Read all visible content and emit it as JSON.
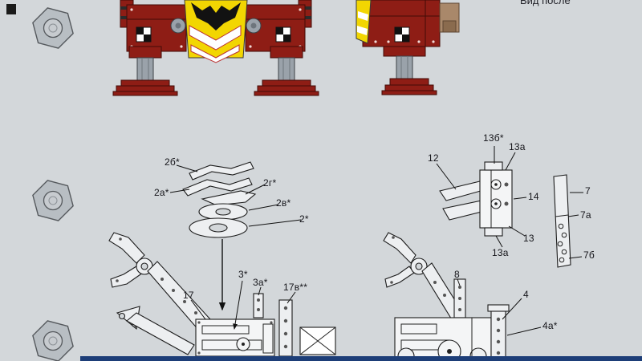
{
  "sheet": {
    "type": "paper-model assembly diagram",
    "view_note": "Вид после"
  },
  "labels": {
    "p2b": "2б*",
    "p2a": "2а*",
    "p2g": "2г*",
    "p2v": "2в*",
    "p2": "2*",
    "p3": "3*",
    "p3a": "3а*",
    "p17": "17",
    "p17v": "17в**",
    "p12": "12",
    "p13b": "13б*",
    "p13a_top": "13а",
    "p13a_bot": "13а",
    "p14": "14",
    "p13": "13",
    "p7": "7",
    "p7a": "7а",
    "p7b": "7б",
    "p8": "8",
    "p4": "4",
    "p4a": "4а*"
  },
  "colors": {
    "background": "#d3d7da",
    "footer_blue": "#1d3e78",
    "robot_red": "#8e1d15",
    "robot_red_dark": "#430b07",
    "panel_yellow": "#f2d602",
    "metal_gray": "#9aa2aa",
    "arm_tan": "#a9886a",
    "part_fill": "#edeff1",
    "part_fill_bright": "#f4f5f6",
    "nut_fill": "#b8bec3",
    "nut_hole": "#c7cbcf",
    "line": "#1c1c1c"
  }
}
